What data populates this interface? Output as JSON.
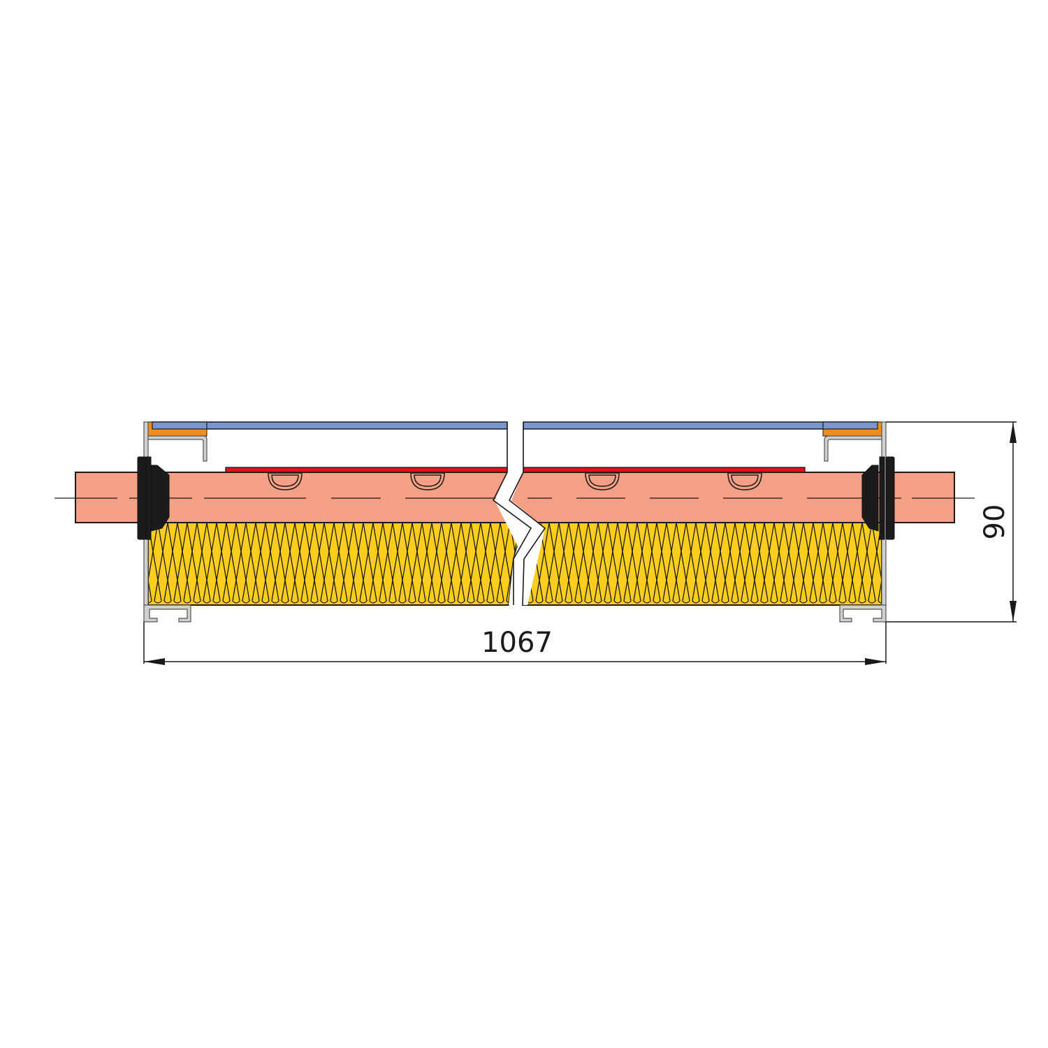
{
  "diagram": {
    "type": "section-drawing",
    "description": "Cross-section of an insulated panel with break line",
    "dimensions": {
      "width_label": "1067",
      "height_label": "90"
    },
    "colors": {
      "cover_plate": "#7b96cf",
      "gasket_orange": "#f28c1a",
      "profile_grey": "#d0d0d0",
      "board_salmon": "#f4a084",
      "heating_strip_red": "#e3101b",
      "insulation_yellow": "#fccd1c",
      "seal_black": "#1b1b1b",
      "line": "#1a1a1a"
    },
    "components": [
      {
        "name": "cover-plate-left"
      },
      {
        "name": "cover-plate-right"
      },
      {
        "name": "board-layer"
      },
      {
        "name": "heating-strip"
      },
      {
        "name": "insulation-layer"
      },
      {
        "name": "end-seals"
      },
      {
        "name": "frame-profiles"
      },
      {
        "name": "pipe-channels",
        "count": 4
      }
    ]
  }
}
